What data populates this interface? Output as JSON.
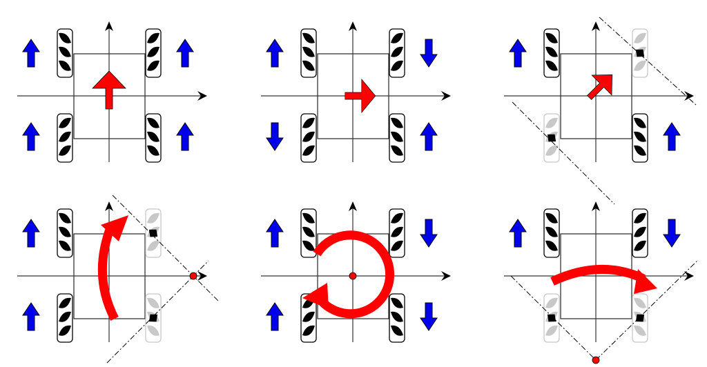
{
  "colors": {
    "wheel_arrow": "#0000ee",
    "motion_arrow": "#ff0000",
    "wheel": "#000000",
    "faded_wheel": "#c8c8c8",
    "axis": "#333333"
  },
  "panels": [
    {
      "motion": "forward",
      "wheel_directions": [
        1,
        1,
        1,
        1
      ],
      "faded": [
        false,
        false,
        false,
        false
      ],
      "motion_icon": "arrow-up-icon"
    },
    {
      "motion": "strafe-right",
      "wheel_directions": [
        1,
        -1,
        -1,
        1
      ],
      "faded": [
        false,
        false,
        false,
        false
      ],
      "motion_icon": "arrow-right-icon"
    },
    {
      "motion": "diagonal",
      "wheel_directions": [
        1,
        0,
        0,
        1
      ],
      "faded": [
        false,
        true,
        true,
        false
      ],
      "motion_icon": "arrow-diagonal-icon"
    },
    {
      "motion": "turn-about-point",
      "wheel_directions": [
        1,
        0,
        1,
        0
      ],
      "faded": [
        false,
        true,
        false,
        true
      ],
      "motion_icon": "curved-arrow-icon"
    },
    {
      "motion": "rotate-in-place",
      "wheel_directions": [
        1,
        -1,
        1,
        -1
      ],
      "faded": [
        false,
        false,
        false,
        false
      ],
      "motion_icon": "circular-arrow-icon"
    },
    {
      "motion": "turn-about-rear-point",
      "wheel_directions": [
        1,
        -1,
        0,
        0
      ],
      "faded": [
        false,
        false,
        true,
        true
      ],
      "motion_icon": "curved-arrow-icon"
    }
  ]
}
